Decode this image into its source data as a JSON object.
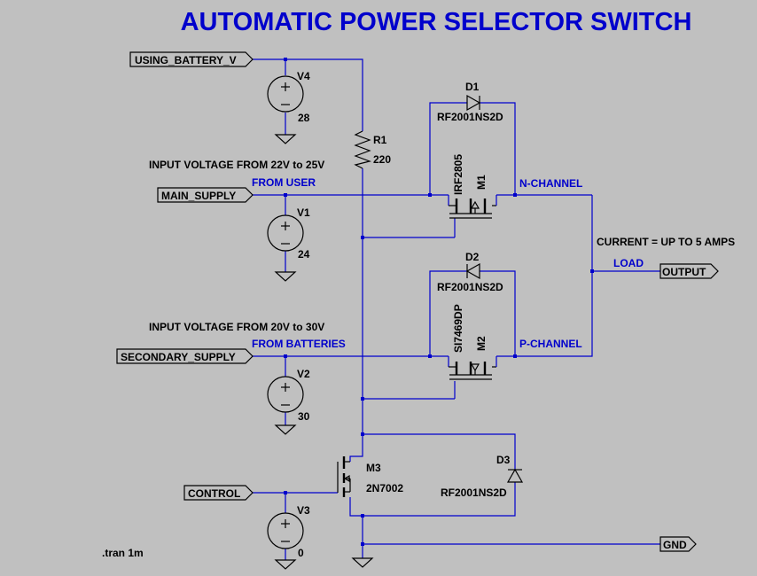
{
  "title": "AUTOMATIC POWER SELECTOR SWITCH",
  "ports": {
    "using_battery_v": "USING_BATTERY_V",
    "main_supply": "MAIN_SUPPLY",
    "secondary_supply": "SECONDARY_SUPPLY",
    "control": "CONTROL",
    "output": "OUTPUT",
    "gnd": "GND"
  },
  "components": {
    "v4": {
      "name": "V4",
      "value": "28"
    },
    "v1": {
      "name": "V1",
      "value": "24"
    },
    "v2": {
      "name": "V2",
      "value": "30"
    },
    "v3": {
      "name": "V3",
      "value": "0"
    },
    "r1": {
      "name": "R1",
      "value": "220"
    },
    "d1": {
      "name": "D1",
      "value": "RF2001NS2D"
    },
    "d2": {
      "name": "D2",
      "value": "RF2001NS2D"
    },
    "d3": {
      "name": "D3",
      "value": "RF2001NS2D"
    },
    "m1": {
      "name": "M1",
      "value": "IRF2805"
    },
    "m2": {
      "name": "M2",
      "value": "SI7469DP"
    },
    "m3": {
      "name": "M3",
      "value": "2N7002"
    }
  },
  "annotations": {
    "main_input": "INPUT VOLTAGE FROM 22V to 25V",
    "from_user": "FROM USER",
    "secondary_input": "INPUT VOLTAGE FROM 20V to 30V",
    "from_batteries": "FROM BATTERIES",
    "n_channel": "N-CHANNEL",
    "p_channel": "P-CHANNEL",
    "current": "CURRENT = UP TO 5 AMPS",
    "load": "LOAD",
    "sim": ".tran 1m"
  }
}
